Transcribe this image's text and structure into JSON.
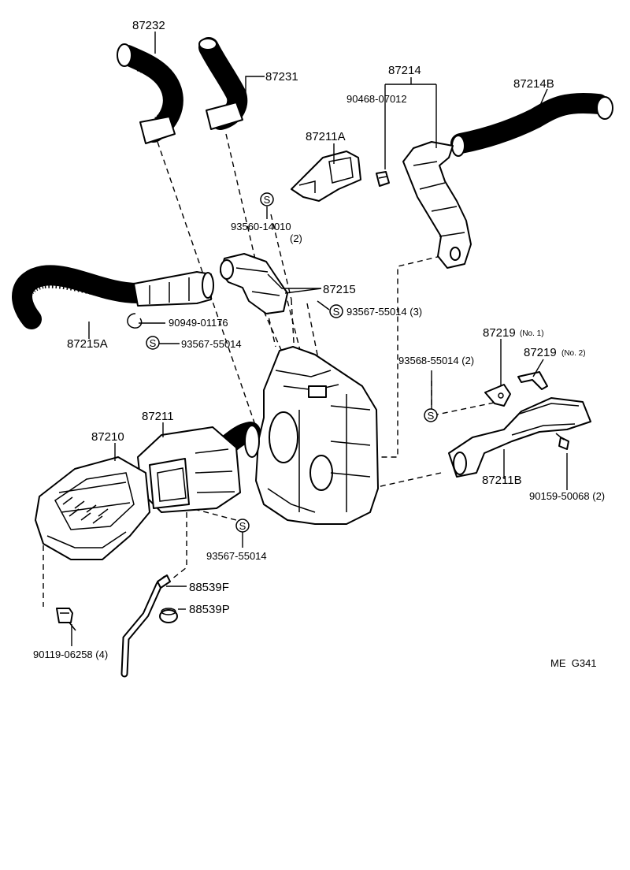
{
  "labels": {
    "p87232": "87232",
    "p87231": "87231",
    "p87214": "87214",
    "p90468": "90468-07012",
    "p87214B": "87214B",
    "p87211A": "87211A",
    "p93560": "93560-14010",
    "p93560_qty": "(2)",
    "p87215": "87215",
    "p93567_3": "93567-55014 (3)",
    "p87215A": "87215A",
    "p90949": "90949-01176",
    "p93567_a": "93567-55014",
    "p93568": "93568-55014 (2)",
    "p87219_1": "87219",
    "p87219_1_note": "(No. 1)",
    "p87219_2": "87219",
    "p87219_2_note": "(No. 2)",
    "p87211": "87211",
    "p87210": "87210",
    "p87211B": "87211B",
    "p90159": "90159-50068 (2)",
    "p93567_b": "93567-55014",
    "p88539F": "88539F",
    "p88539P": "88539P",
    "p90119": "90119-06258 (4)",
    "code": "ME  G341"
  },
  "symbols": {
    "screw_mark": "S"
  }
}
